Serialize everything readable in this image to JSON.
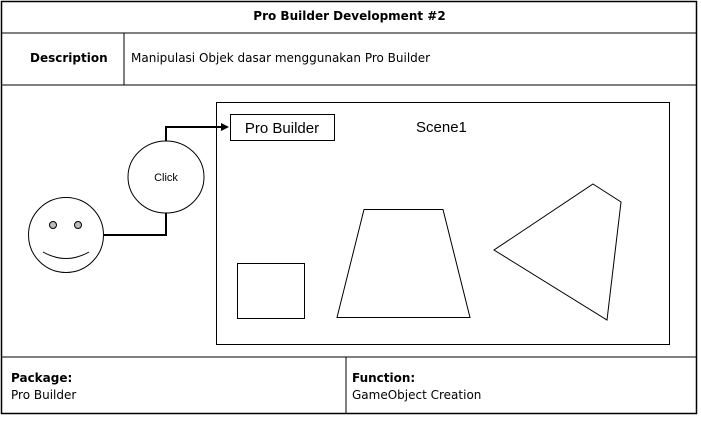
{
  "header": {
    "title": "Pro Builder Development #2"
  },
  "description": {
    "label": "Description",
    "value": "Manipulasi Objek dasar menggunakan Pro Builder"
  },
  "diagram": {
    "actor_action": "Click",
    "button_label": "Pro Builder",
    "scene_label": "Scene1",
    "shapes": [
      "rectangle",
      "trapezoid",
      "triangle"
    ]
  },
  "footer": {
    "package": {
      "label": "Package:",
      "value": "Pro Builder"
    },
    "function": {
      "label": "Function:",
      "value": "GameObject Creation"
    }
  }
}
